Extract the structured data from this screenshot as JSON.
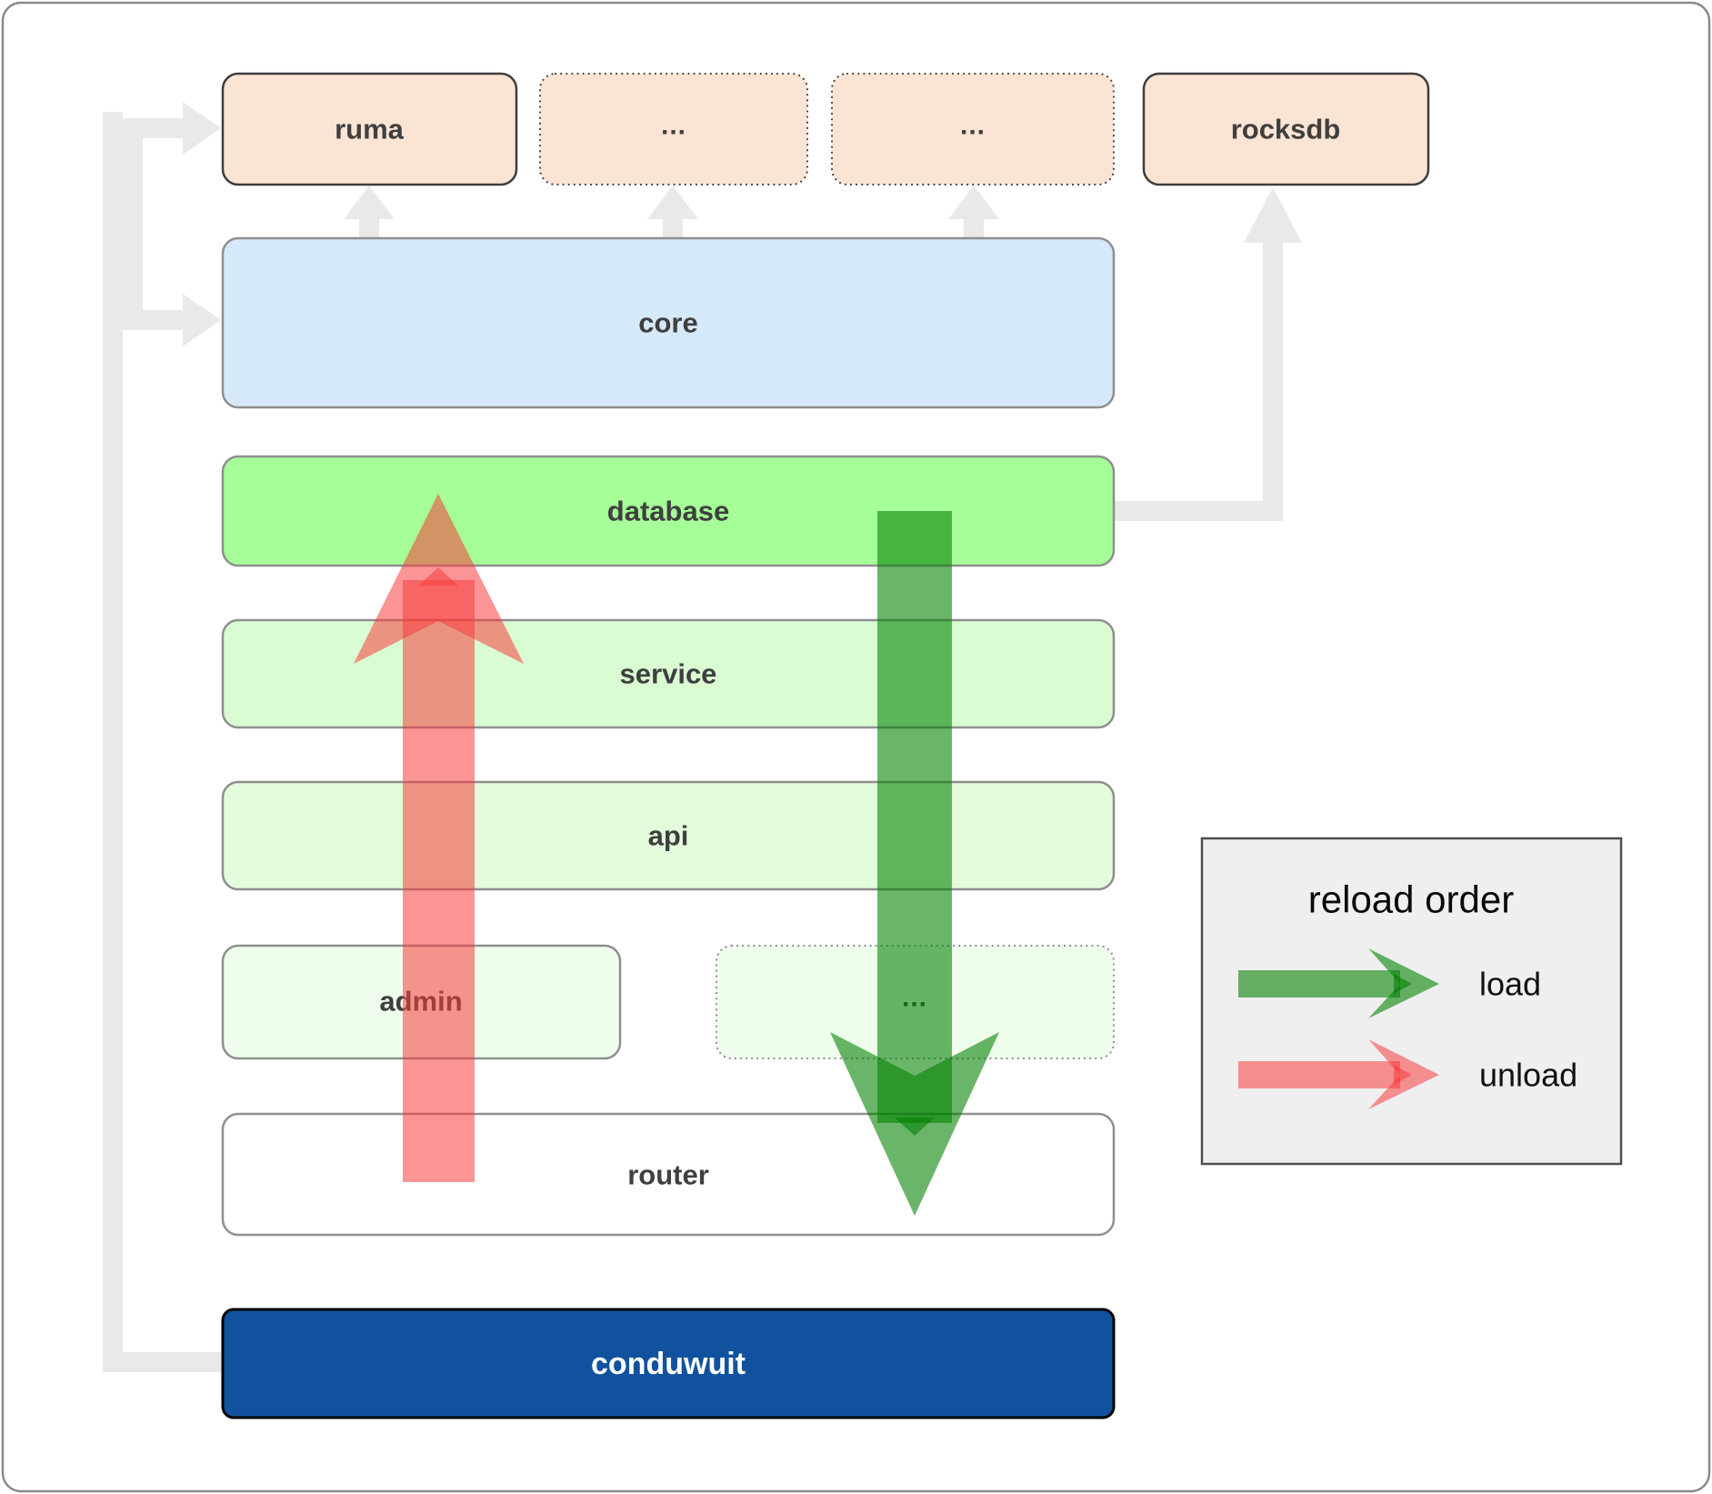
{
  "diagram": {
    "nodes": {
      "ruma": "ruma",
      "deps_ellipsis_1": "...",
      "deps_ellipsis_2": "...",
      "rocksdb": "rocksdb",
      "core": "core",
      "database": "database",
      "service": "service",
      "api": "api",
      "admin": "admin",
      "services_ellipsis": "...",
      "router": "router",
      "conduwuit": "conduwuit"
    },
    "legend": {
      "title": "reload order",
      "load_label": "load",
      "unload_label": "unload"
    },
    "colors": {
      "dependency_fill": "#fce4d4",
      "core_fill": "#d6e9fb",
      "database_fill": "#a5fe97",
      "service_fill": "#d9fcd2",
      "api_fill": "#e3fcdc",
      "admin_fill": "#eefdec",
      "router_fill": "#ffffff",
      "conduwuit_fill": "#11529e",
      "connector": "#e9e9e9",
      "load_green": "#008000",
      "unload_red": "#f83c3c",
      "legend_bg": "#efefef"
    }
  }
}
